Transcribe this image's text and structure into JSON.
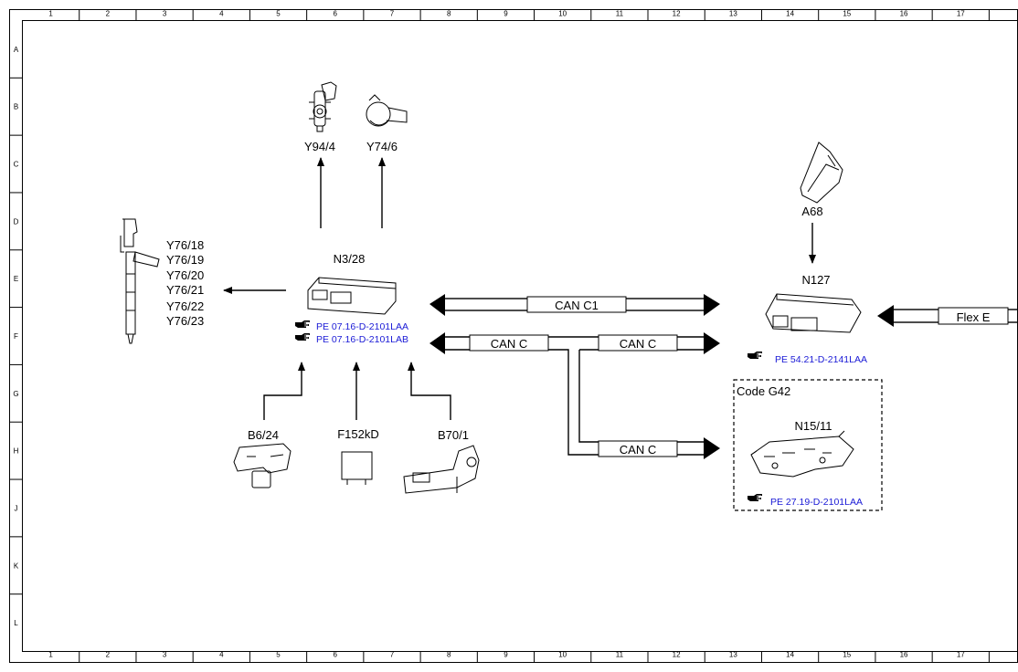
{
  "grid": {
    "columns": [
      "1",
      "2",
      "3",
      "4",
      "5",
      "6",
      "7",
      "8",
      "9",
      "10",
      "11",
      "12",
      "13",
      "14",
      "15",
      "16",
      "17"
    ],
    "rows": [
      "A",
      "B",
      "C",
      "D",
      "E",
      "F",
      "G",
      "H",
      "J",
      "K",
      "L"
    ]
  },
  "components": {
    "y94_4": "Y94/4",
    "y74_6": "Y74/6",
    "n3_28": "N3/28",
    "injectors": [
      "Y76/18",
      "Y76/19",
      "Y76/20",
      "Y76/21",
      "Y76/22",
      "Y76/23"
    ],
    "b6_24": "B6/24",
    "f152kd": "F152kD",
    "b70_1": "B70/1",
    "a68": "A68",
    "n127": "N127",
    "n15_11": "N15/11"
  },
  "references": {
    "n3_28_ref1": "PE 07.16-D-2101LAA",
    "n3_28_ref2": "PE 07.16-D-2101LAB",
    "n127_ref": "PE 54.21-D-2141LAA",
    "n15_11_ref": "PE 27.19-D-2101LAA"
  },
  "buses": {
    "can_c1": "CAN C1",
    "can_c_left": "CAN C",
    "can_c_right": "CAN C",
    "can_c_lower": "CAN C",
    "flex_e": "Flex E"
  },
  "option_box": {
    "code": "Code G42"
  },
  "icons": {
    "reference": "hand-pointer-icon"
  }
}
